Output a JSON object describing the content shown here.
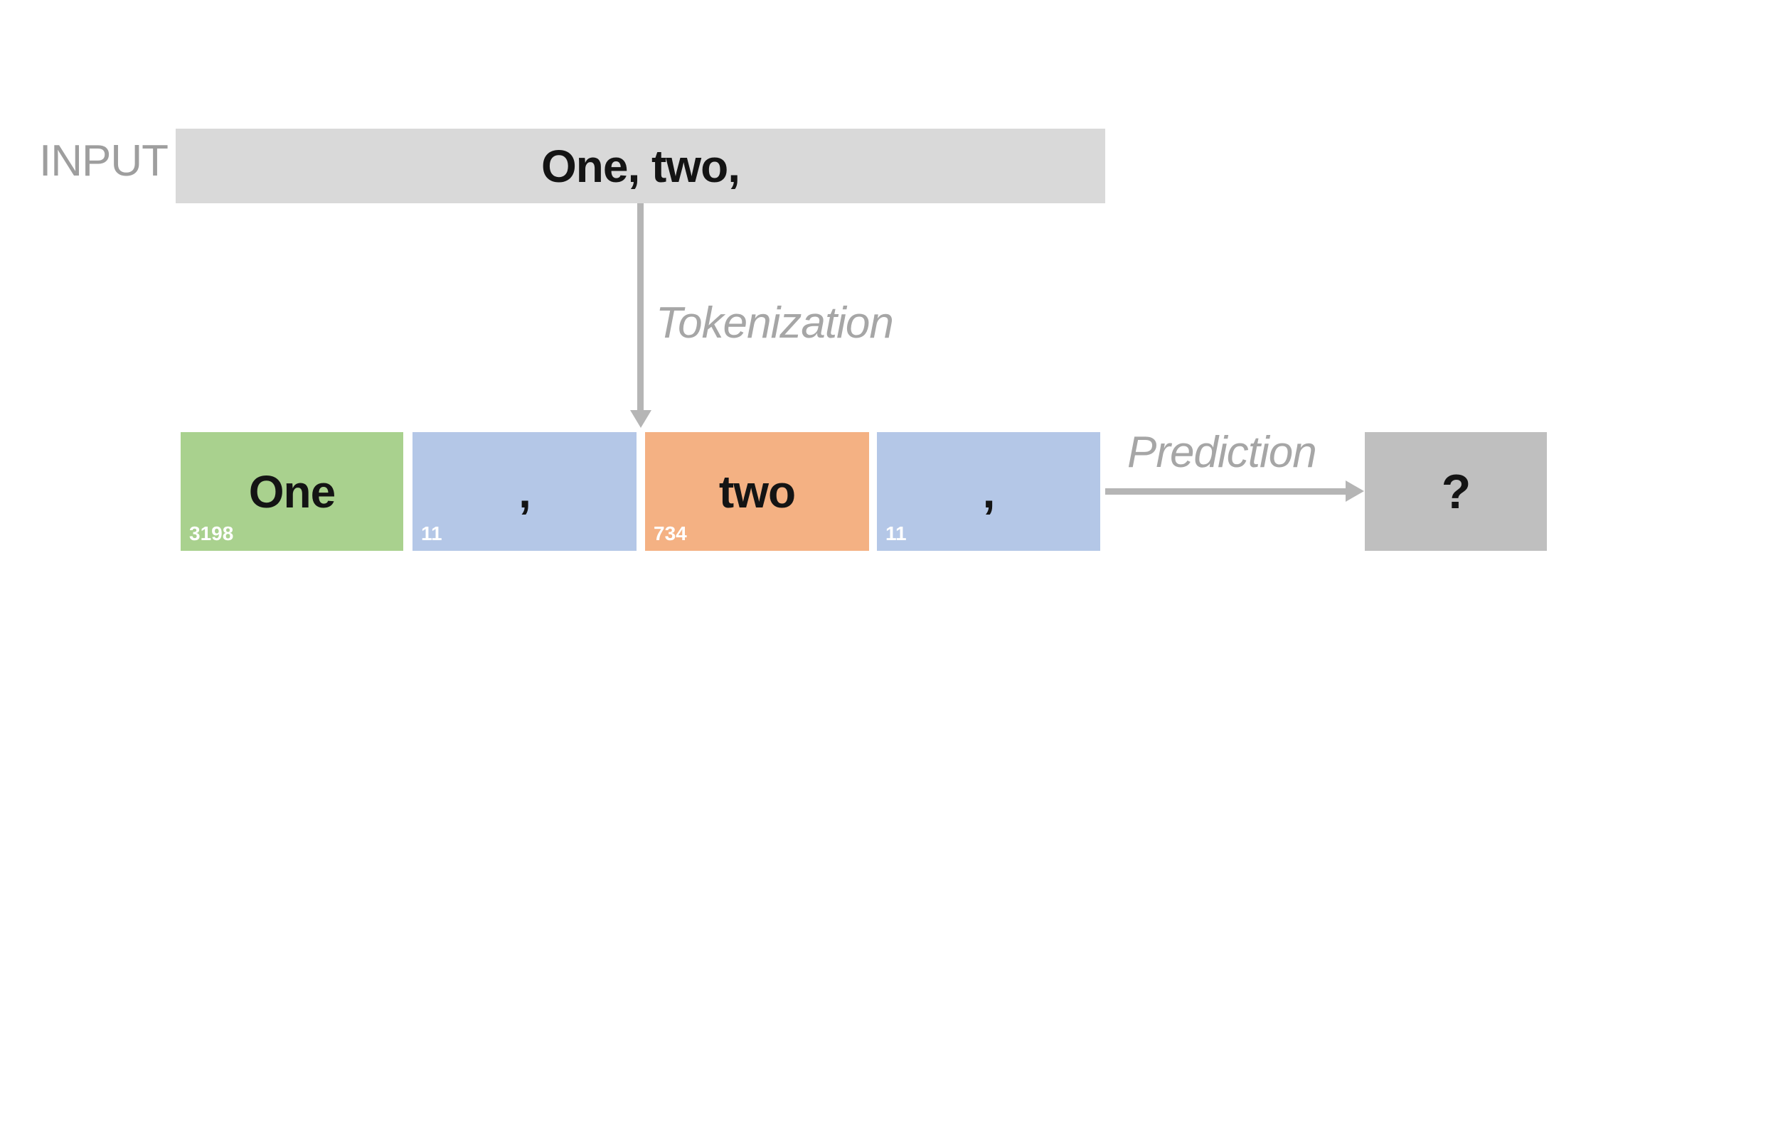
{
  "colors": {
    "background": "#ffffff",
    "input_bar": "#d9d9d9",
    "prediction_box": "#bfbfbf",
    "arrow": "#b5b5b5",
    "label_gray": "#9e9e9e",
    "flow_label_gray": "#a6a6a6",
    "token_text": "#141414",
    "token_id_text": "#ffffff"
  },
  "input_section": {
    "label": "INPUT",
    "text": "One, two,"
  },
  "labels": {
    "tokenization": "Tokenization",
    "prediction": "Prediction"
  },
  "tokens": [
    {
      "text": "One",
      "id": "3198",
      "color": "#a9d18e"
    },
    {
      "text": ",",
      "id": "11",
      "color": "#b4c7e7"
    },
    {
      "text": "two",
      "id": "734",
      "color": "#f4b183"
    },
    {
      "text": ",",
      "id": "11",
      "color": "#b4c7e7"
    }
  ],
  "prediction_box": {
    "text": "?"
  }
}
